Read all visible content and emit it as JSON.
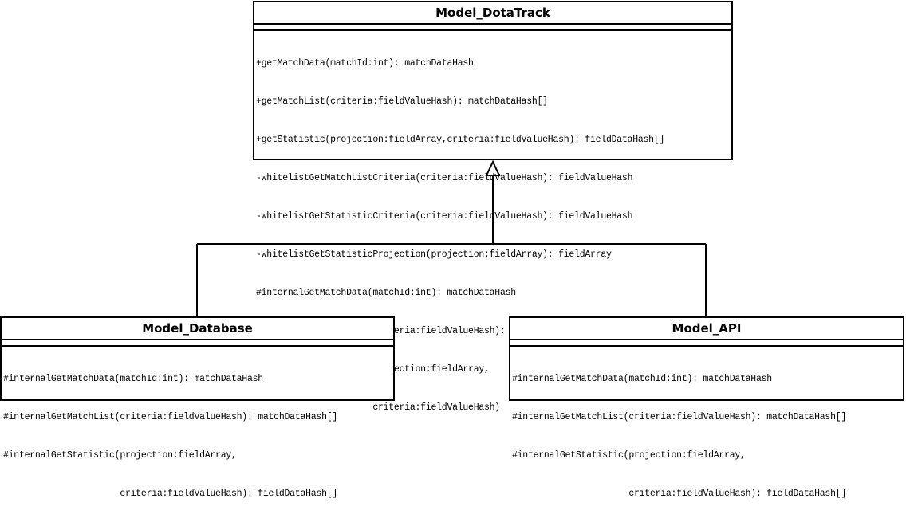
{
  "diagram": {
    "parent": {
      "name": "Model_DotaTrack",
      "operations": [
        "+getMatchData(matchId:int): matchDataHash",
        "+getMatchList(criteria:fieldValueHash): matchDataHash[]",
        "+getStatistic(projection:fieldArray,criteria:fieldValueHash): fieldDataHash[]",
        "-whitelistGetMatchListCriteria(criteria:fieldValueHash): fieldValueHash",
        "-whitelistGetStatisticCriteria(criteria:fieldValueHash): fieldValueHash",
        "-whitelistGetStatisticProjection(projection:fieldArray): fieldArray",
        "#internalGetMatchData(matchId:int): matchDataHash",
        "#internalGetMatchList(criteria:fieldValueHash): matchDataHash",
        "#internalGetStatistic(projection:fieldArray,",
        "                      criteria:fieldValueHash)"
      ]
    },
    "children": [
      {
        "name": "Model_Database",
        "operations": [
          "#internalGetMatchData(matchId:int): matchDataHash",
          "#internalGetMatchList(criteria:fieldValueHash): matchDataHash[]",
          "#internalGetStatistic(projection:fieldArray,",
          "                      criteria:fieldValueHash): fieldDataHash[]"
        ]
      },
      {
        "name": "Model_API",
        "operations": [
          "#internalGetMatchData(matchId:int): matchDataHash",
          "#internalGetMatchList(criteria:fieldValueHash): matchDataHash[]",
          "#internalGetStatistic(projection:fieldArray,",
          "                      criteria:fieldValueHash): fieldDataHash[]"
        ]
      }
    ],
    "relationship": "generalization"
  }
}
